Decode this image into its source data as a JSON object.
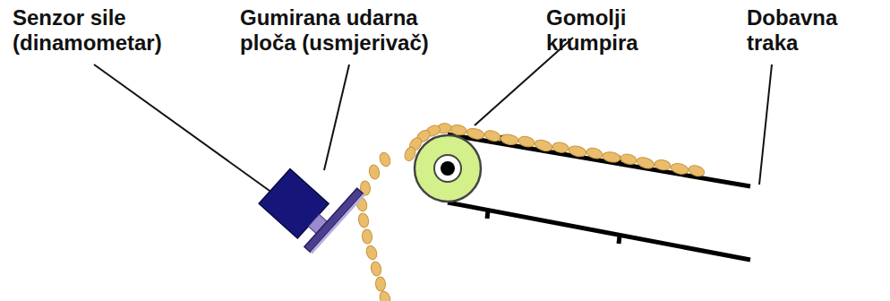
{
  "diagram": {
    "labels": [
      "Senzor sile (dinamometar)",
      "Gumirana udarna ploča (usmjerivač)",
      "Gomolji krumpira",
      "Dobavna traka"
    ]
  }
}
